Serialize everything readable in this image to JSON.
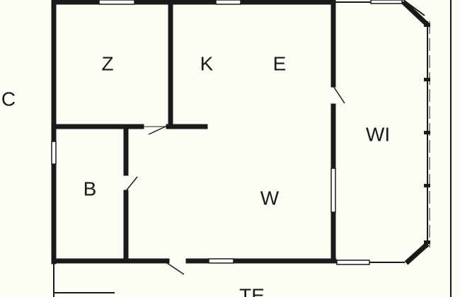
{
  "floorplan": {
    "rooms": {
      "z": "Z",
      "k": "K",
      "e": "E",
      "wi": "WI",
      "b": "B",
      "w": "W",
      "c": "C",
      "te": "TE"
    },
    "colors": {
      "background": "#fdfdf6",
      "wall": "#1a1a1a",
      "opening": "#ffffff"
    }
  }
}
